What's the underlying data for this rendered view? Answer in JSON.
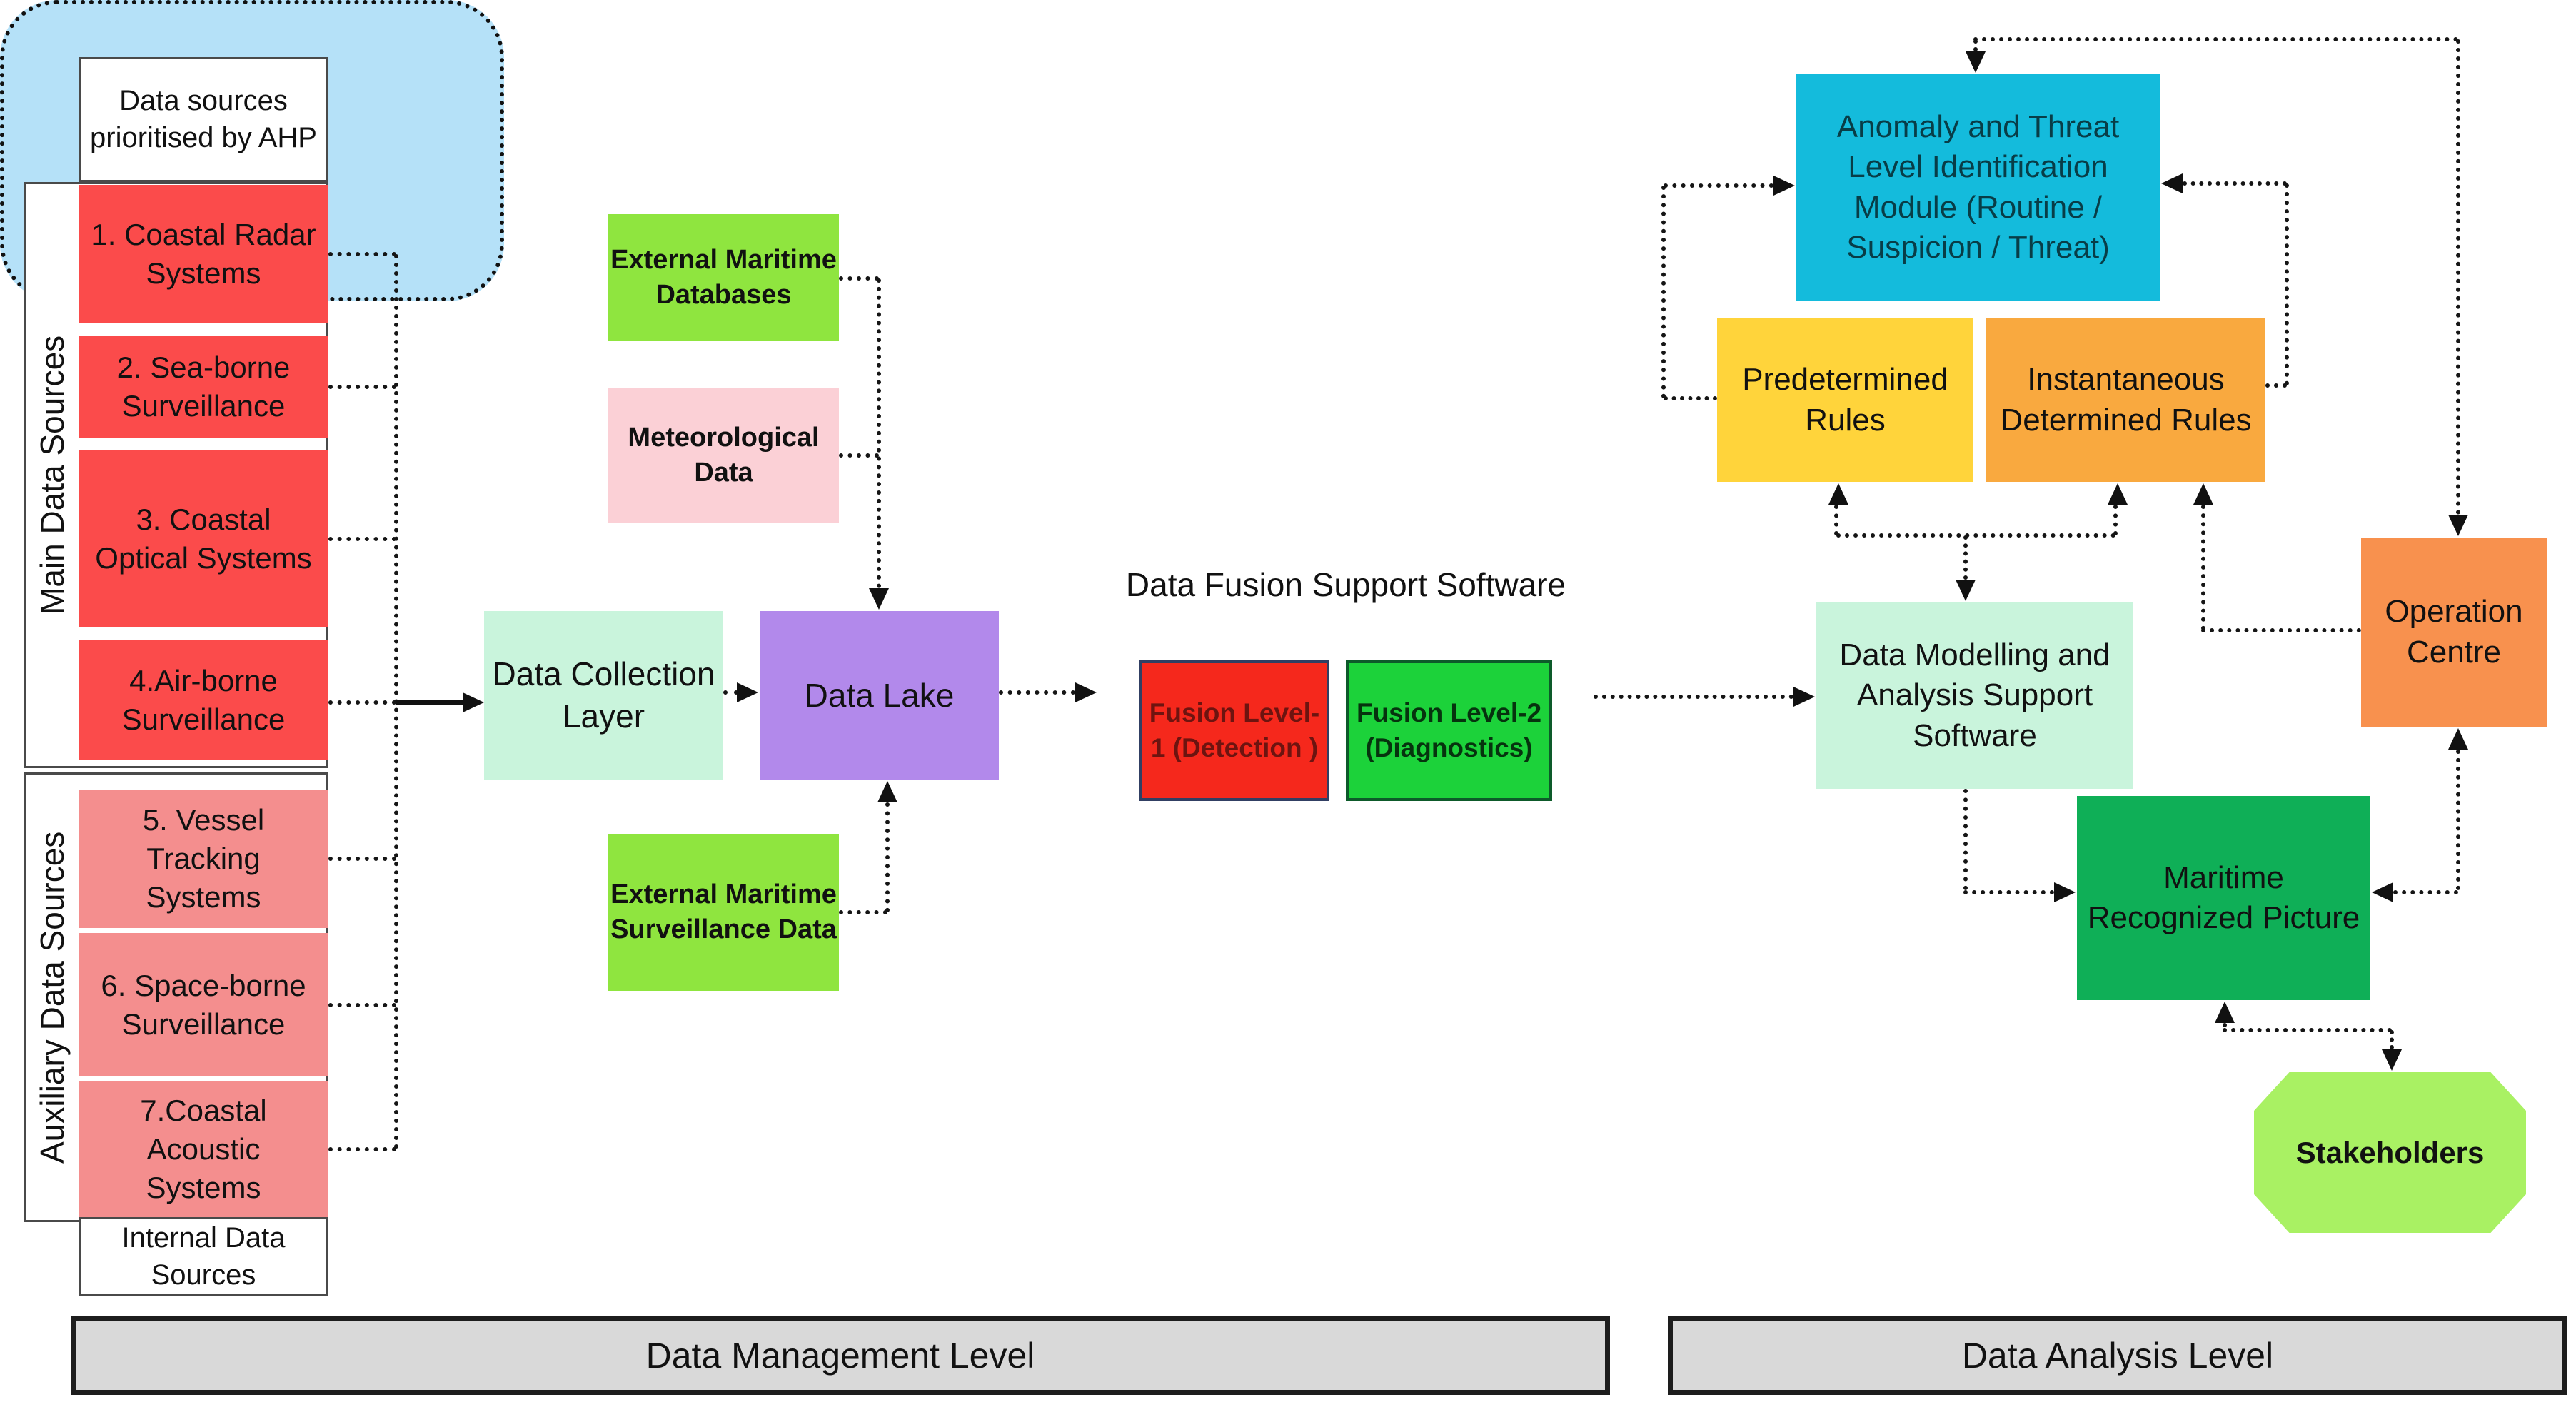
{
  "left_panel": {
    "header": "Data sources prioritised by AHP",
    "main_group_label": "Main Data Sources",
    "aux_group_label": "Auxiliary Data Sources",
    "footer": "Internal Data Sources",
    "main_sources": [
      {
        "label": "1.  Coastal Radar Systems"
      },
      {
        "label": "2. Sea-borne Surveillance"
      },
      {
        "label": "3. Coastal Optical Systems"
      },
      {
        "label": "4.Air-borne Surveillance"
      }
    ],
    "aux_sources": [
      {
        "label": "5. Vessel Tracking Systems"
      },
      {
        "label": "6. Space-borne Surveillance"
      },
      {
        "label": "7.Coastal Acoustic Systems"
      }
    ]
  },
  "nodes": {
    "external_maritime_databases": {
      "label": "External Maritime Databases"
    },
    "meteorological_data": {
      "label": "Meteorological Data"
    },
    "data_collection_layer": {
      "label": "Data Collection Layer"
    },
    "data_lake": {
      "label": "Data Lake"
    },
    "external_maritime_surveillance_data": {
      "label": "External Maritime Surveillance Data"
    },
    "data_fusion_support_software": {
      "label": "Data Fusion Support Software"
    },
    "fusion_level_1": {
      "label": "Fusion Level-1 (Detection )"
    },
    "fusion_level_2": {
      "label": "Fusion Level-2 (Diagnostics)"
    },
    "anomaly_module": {
      "label": "Anomaly and Threat Level Identification Module (Routine / Suspicion / Threat)"
    },
    "predetermined_rules": {
      "label": "Predetermined Rules"
    },
    "instantaneous_determined_rules": {
      "label": "Instantaneous Determined Rules"
    },
    "data_modelling": {
      "label": "Data Modelling and Analysis Support Software"
    },
    "operation_centre": {
      "label": "Operation Centre"
    },
    "maritime_recognized_picture": {
      "label": "Maritime Recognized Picture"
    },
    "stakeholders": {
      "label": "Stakeholders"
    }
  },
  "footer_bars": {
    "left": "Data Management Level",
    "right": "Data Analysis Level"
  },
  "colors": {
    "main_source_fill": "#fb4b4b",
    "aux_source_fill": "#f48e8e",
    "external_green": "#8fe53f",
    "meteorological_pink": "#fbd0d6",
    "mint_green": "#c9f4dc",
    "data_lake_purple": "#b289eb",
    "fusion_container_blue": "#b5e1f8",
    "fusion1_red": "#f5281c",
    "fusion2_green": "#1cd23a",
    "anomaly_cyan": "#14bbdc",
    "predetermined_yellow": "#ffd43b",
    "instantaneous_orange": "#f9a93f",
    "operation_orange": "#f8914e",
    "mrp_green": "#0faf57",
    "stakeholders_green": "#a9f163",
    "level_bar_gray": "#d9d9d9",
    "connector_black": "#151515"
  }
}
